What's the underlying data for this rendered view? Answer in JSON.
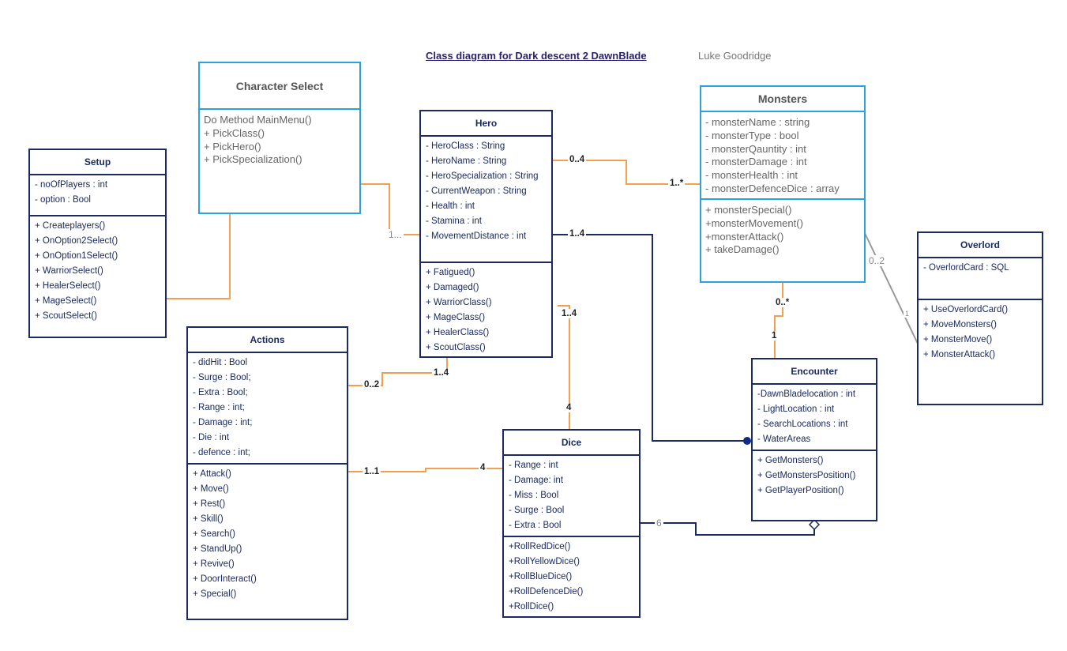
{
  "header": {
    "title": "Class diagram for Dark descent 2 DawnBlade",
    "author": "Luke Goodridge"
  },
  "colors": {
    "dark_border": "#1b2a60",
    "light_border": "#2aa3dc",
    "orange_link": "#f0a050",
    "navy_link": "#1b2a60",
    "grey_link": "#999999"
  },
  "classes": {
    "setup": {
      "name": "Setup",
      "attributes": [
        "- noOfPlayers : int",
        "- option : Bool"
      ],
      "methods": [
        "+ Createplayers()",
        "+ OnOption2Select()",
        "+ OnOption1Select()",
        "+ WarriorSelect()",
        "+ HealerSelect()",
        "+ MageSelect()",
        "+ ScoutSelect()"
      ]
    },
    "character_select": {
      "name": "Character Select",
      "methods": [
        "Do Method MainMenu()",
        "+ PickClass()",
        "+ PickHero()",
        "+ PickSpecialization()"
      ]
    },
    "hero": {
      "name": "Hero",
      "attributes": [
        "- HeroClass : String",
        "- HeroName : String",
        "- HeroSpecialization : String",
        "- CurrentWeapon : String",
        "- Health : int",
        "- Stamina : int",
        "- MovementDistance : int"
      ],
      "methods": [
        "+ Fatigued()",
        "+ Damaged()",
        "+ WarriorClass()",
        "+ MageClass()",
        "+ HealerClass()",
        "+ ScoutClass()"
      ]
    },
    "monsters": {
      "name": "Monsters",
      "attributes": [
        "- monsterName : string",
        "- monsterType : bool",
        "- monsterQauntity : int",
        "- monsterDamage : int",
        "- monsterHealth : int",
        "- monsterDefenceDice  : array"
      ],
      "methods": [
        "+ monsterSpecial()",
        "+monsterMovement()",
        "+monsterAttack()",
        "+ takeDamage()"
      ]
    },
    "overlord": {
      "name": "Overlord",
      "attributes": [
        "- OverlordCard : SQL"
      ],
      "methods": [
        "+ UseOverlordCard()",
        "+ MoveMonsters()",
        "+ MonsterMove()",
        "+ MonsterAttack()"
      ]
    },
    "actions": {
      "name": "Actions",
      "attributes": [
        "- didHit : Bool",
        "- Surge : Bool;",
        "- Extra : Bool;",
        "- Range : int;",
        "- Damage : int;",
        "- Die : int",
        "- defence : int;"
      ],
      "methods": [
        "+ Attack()",
        "+ Move()",
        "+ Rest()",
        "+ Skill()",
        "+ Search()",
        "+ StandUp()",
        "+ Revive()",
        "+ DoorInteract()",
        "+ Special()"
      ]
    },
    "dice": {
      "name": "Dice",
      "attributes": [
        "- Range : int",
        "- Damage: int",
        "- Miss : Bool",
        "- Surge : Bool",
        "- Extra : Bool"
      ],
      "methods": [
        "+RollRedDice()",
        "+RollYellowDice()",
        "+RollBlueDice()",
        "+RollDefenceDie()",
        "+RollDice()"
      ]
    },
    "encounter": {
      "name": "Encounter",
      "attributes": [
        "-DawnBladelocation : int",
        "- LightLocation : int",
        "- SearchLocations : int",
        "- WaterAreas"
      ],
      "methods": [
        "+ GetMonsters()",
        "+ GetMonstersPosition()",
        "+ GetPlayerPosition()"
      ]
    }
  },
  "multiplicities": {
    "charselect_hero": "1...",
    "hero_monsters_hero_end": "0..4",
    "hero_monsters_monster_end": "1..*",
    "hero_encounter": "1..4",
    "hero_dice_hero_end": "1..4",
    "hero_dice_dice_end": "4",
    "hero_actions_hero_end": "1..4",
    "hero_actions_actions_end": "0..2",
    "actions_dice_actions_end": "1..1",
    "actions_dice_dice_end": "4",
    "monsters_encounter_monster_end": "0..*",
    "monsters_encounter_encounter_end": "1",
    "monsters_overlord_monster_end": "0..2",
    "monsters_overlord_overlord_end": "1",
    "dice_encounter": "6"
  }
}
